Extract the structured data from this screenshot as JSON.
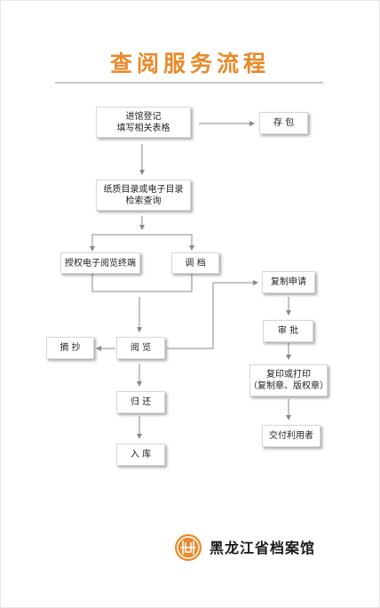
{
  "title": "查阅服务流程",
  "steps": {
    "register": {
      "line1": "进馆登记",
      "line2": "填写相关表格"
    },
    "bag": "存 包",
    "catalog": {
      "line1": "纸质目录或电子目录",
      "line2": "检索查询"
    },
    "terminal": "授权电子阅览终端",
    "retrieve": "调 档",
    "read": "阅 览",
    "excerpt": "摘 抄",
    "return": "归 还",
    "storage": "入 库",
    "copy_request": "复制申请",
    "approve": "审 批",
    "print": {
      "line1": "复印或打印",
      "line2": "（复制章、版权章）"
    },
    "deliver": "交付利用者"
  },
  "brand": {
    "name": "黑龙江省档案馆",
    "logo_icon": "archive-seal-icon",
    "logo_color": "#e88a2b"
  },
  "colors": {
    "title": "#e88a2b",
    "line": "#888888"
  }
}
